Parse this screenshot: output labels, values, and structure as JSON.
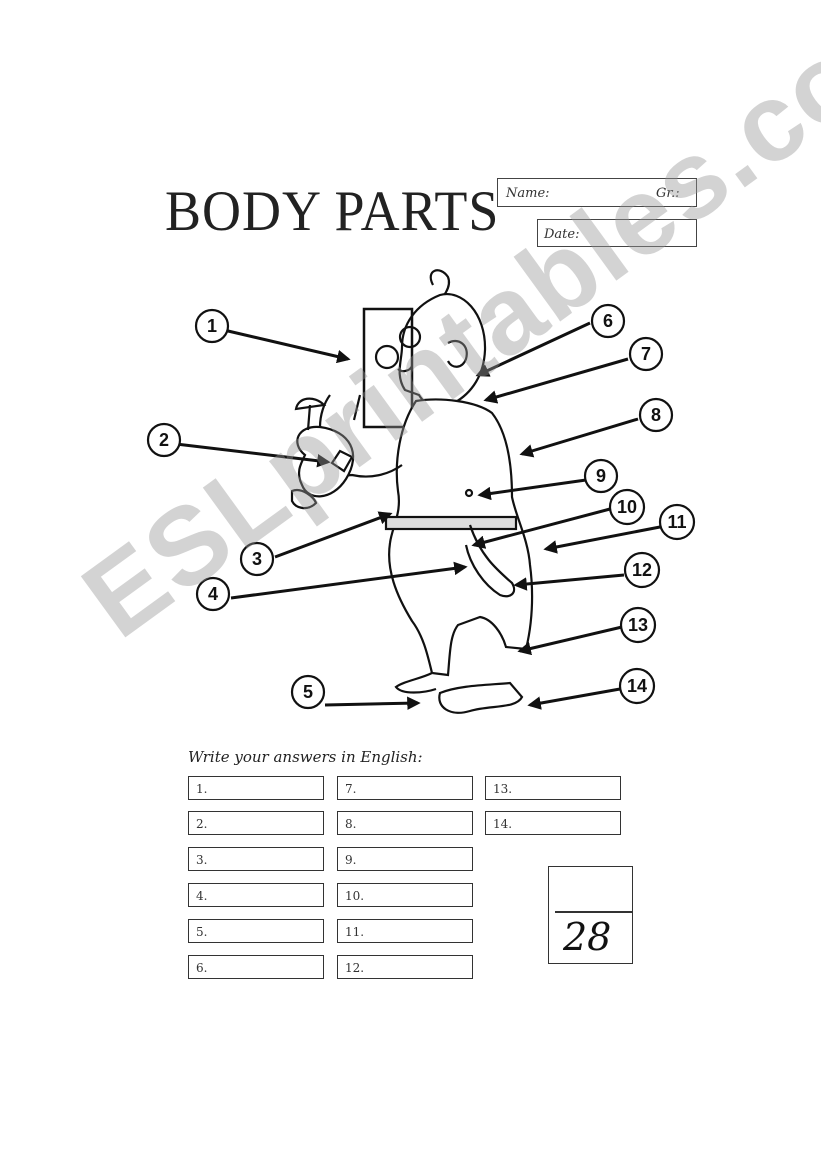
{
  "title": "BODY PARTS",
  "header_fields": {
    "name_label": "Name:",
    "group_label": "Gr.:",
    "date_label": "Date:"
  },
  "instruction": "Write your answers in English:",
  "labels": [
    "1",
    "2",
    "3",
    "4",
    "5",
    "6",
    "7",
    "8",
    "9",
    "10",
    "11",
    "12",
    "13",
    "14"
  ],
  "answers": [
    "1.",
    "2.",
    "3.",
    "4.",
    "5.",
    "6.",
    "7.",
    "8.",
    "9.",
    "10.",
    "11.",
    "12.",
    "13.",
    "14."
  ],
  "score": "28",
  "watermark": "ESLprintables.com"
}
